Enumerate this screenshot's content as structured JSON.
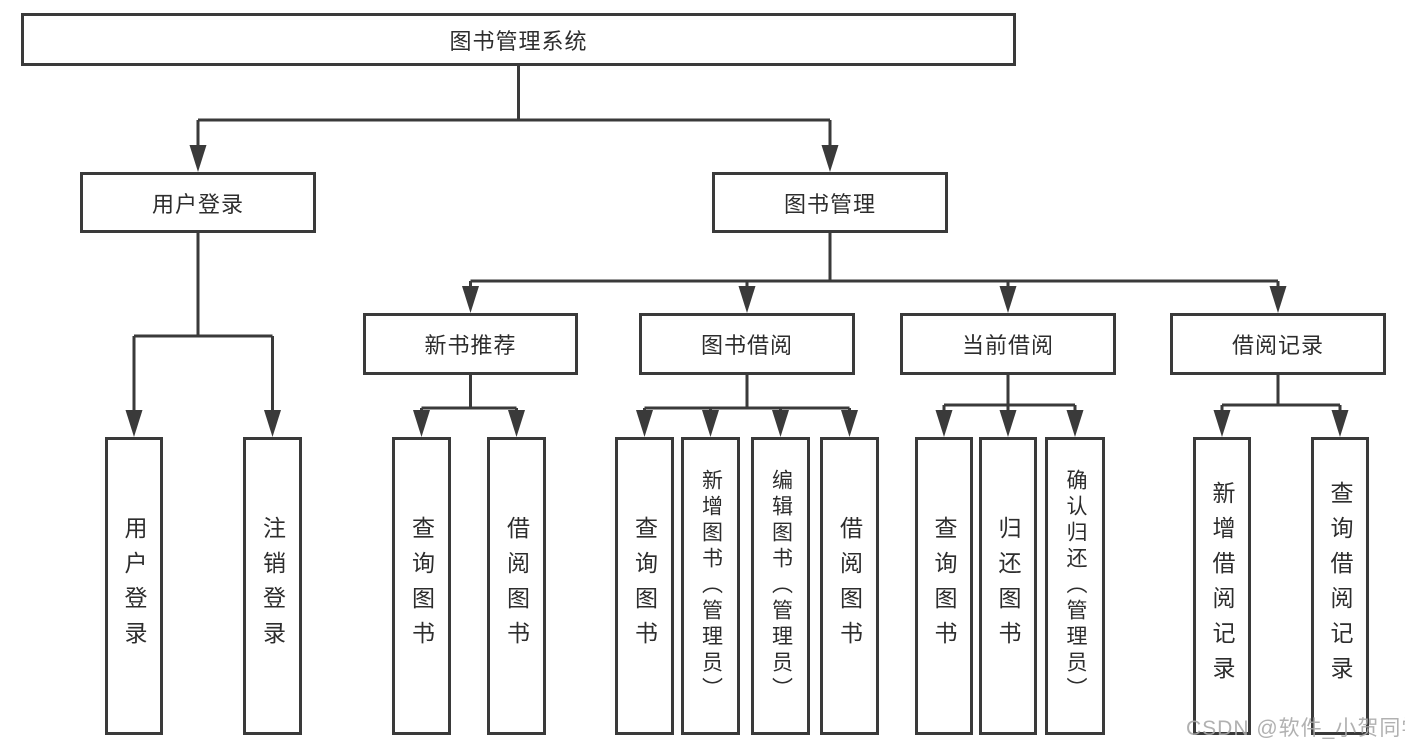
{
  "watermark": "CSDN @软件_小贺同学",
  "colors": {
    "line": "#3a3a3a",
    "text": "#2d2d2d",
    "watermark_text": "#a8a8a8",
    "background": "#ffffff"
  },
  "tree": {
    "root": {
      "label": "图书管理系统",
      "children": [
        {
          "label": "用户登录",
          "children": [
            {
              "label": "用户登录"
            },
            {
              "label": "注销登录"
            }
          ]
        },
        {
          "label": "图书管理",
          "children": [
            {
              "label": "新书推荐",
              "children": [
                {
                  "label": "查询图书"
                },
                {
                  "label": "借阅图书"
                }
              ]
            },
            {
              "label": "图书借阅",
              "children": [
                {
                  "label": "查询图书"
                },
                {
                  "label": "新增图书（管理员）"
                },
                {
                  "label": "编辑图书（管理员）"
                },
                {
                  "label": "借阅图书"
                }
              ]
            },
            {
              "label": "当前借阅",
              "children": [
                {
                  "label": "查询图书"
                },
                {
                  "label": "归还图书"
                },
                {
                  "label": "确认归还（管理员）"
                }
              ]
            },
            {
              "label": "借阅记录",
              "children": [
                {
                  "label": "新增借阅记录"
                },
                {
                  "label": "查询借阅记录"
                }
              ]
            }
          ]
        }
      ]
    }
  }
}
